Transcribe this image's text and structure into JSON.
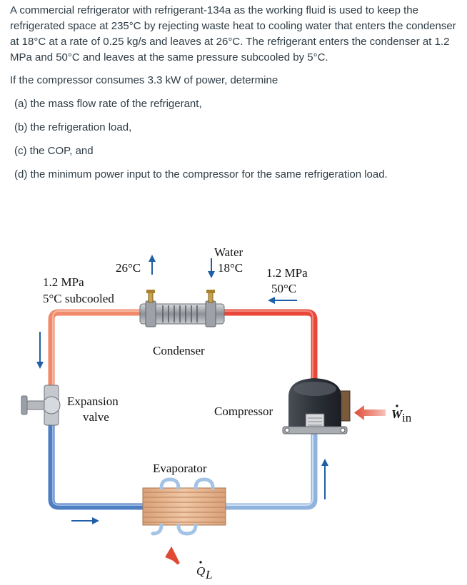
{
  "problem": {
    "intro": "A commercial refrigerator with refrigerant-134a as the working fluid is used to keep the refrigerated space at 235°C by rejecting waste heat to cooling water that enters the condenser at 18°C at a rate of 0.25 kg/s and leaves at 26°C. The refrigerant enters the condenser at 1.2 MPa and 50°C and leaves at the same pressure subcooled by 5°C.",
    "question": "If the compressor consumes 3.3 kW of power, determine",
    "parts": [
      "(a) the mass flow rate of the refrigerant,",
      "(b) the refrigeration load,",
      "(c) the COP, and",
      "(d) the minimum power input to the compressor for the same refrigeration load."
    ]
  },
  "figure": {
    "water_label": "Water",
    "water_in_temp": "18°C",
    "water_out_temp": "26°C",
    "condenser_in_pressure": "1.2 MPa",
    "condenser_in_temp": "50°C",
    "condenser_out_pressure": "1.2 MPa",
    "condenser_out_state": "5°C subcooled",
    "condenser_label": "Condenser",
    "expansion_label_1": "Expansion",
    "expansion_label_2": "valve",
    "compressor_label": "Compressor",
    "evaporator_label": "Evaporator",
    "work_symbol": "W",
    "work_subscript": "in",
    "heat_symbol": "Q",
    "heat_subscript": "L",
    "colors": {
      "hot_pipe": "#e8473a",
      "warm_pipe": "#f08a6a",
      "cold_pipe": "#4f7fc3",
      "cool_pipe": "#8fb3dd",
      "arrow": "#1f5fa8"
    }
  }
}
